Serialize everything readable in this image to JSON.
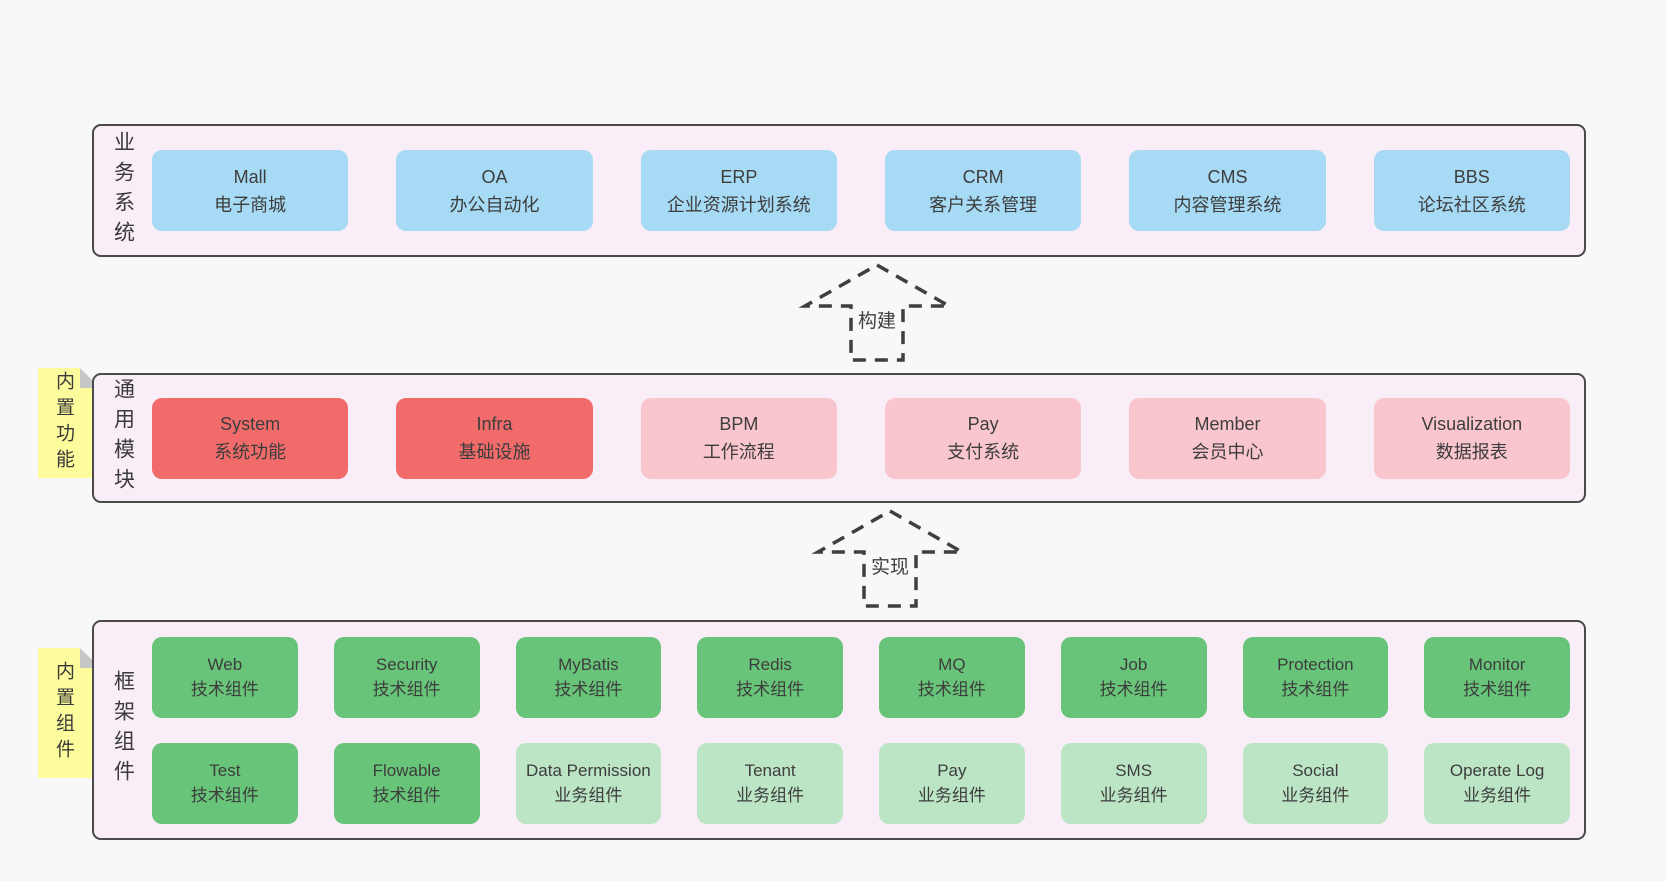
{
  "colors": {
    "background": "#f8f8f8",
    "section_fill": "#f9eef7",
    "section_border": "#4a4a4a",
    "blue": "#a7daf4",
    "red": "#f16b6b",
    "pink": "#fac6ce",
    "green_dark": "#67c478",
    "green_light": "#bce5c6",
    "sticky": "#fcfc9d",
    "text": "#3d3d3d"
  },
  "sections": [
    {
      "label": "业务系统",
      "rows": [
        [
          {
            "name": "Mall",
            "desc": "电子商城",
            "variant": "blue"
          },
          {
            "name": "OA",
            "desc": "办公自动化",
            "variant": "blue"
          },
          {
            "name": "ERP",
            "desc": "企业资源计划系统",
            "variant": "blue"
          },
          {
            "name": "CRM",
            "desc": "客户关系管理",
            "variant": "blue"
          },
          {
            "name": "CMS",
            "desc": "内容管理系统",
            "variant": "blue"
          },
          {
            "name": "BBS",
            "desc": "论坛社区系统",
            "variant": "blue"
          }
        ]
      ]
    },
    {
      "label": "通用模块",
      "sticky": "内置功能",
      "rows": [
        [
          {
            "name": "System",
            "desc": "系统功能",
            "variant": "red"
          },
          {
            "name": "Infra",
            "desc": "基础设施",
            "variant": "red"
          },
          {
            "name": "BPM",
            "desc": "工作流程",
            "variant": "pink"
          },
          {
            "name": "Pay",
            "desc": "支付系统",
            "variant": "pink"
          },
          {
            "name": "Member",
            "desc": "会员中心",
            "variant": "pink"
          },
          {
            "name": "Visualization",
            "desc": "数据报表",
            "variant": "pink"
          }
        ]
      ]
    },
    {
      "label": "框架组件",
      "sticky": "内置组件",
      "rows": [
        [
          {
            "name": "Web",
            "desc": "技术组件",
            "variant": "green-dark"
          },
          {
            "name": "Security",
            "desc": "技术组件",
            "variant": "green-dark"
          },
          {
            "name": "MyBatis",
            "desc": "技术组件",
            "variant": "green-dark"
          },
          {
            "name": "Redis",
            "desc": "技术组件",
            "variant": "green-dark"
          },
          {
            "name": "MQ",
            "desc": "技术组件",
            "variant": "green-dark"
          },
          {
            "name": "Job",
            "desc": "技术组件",
            "variant": "green-dark"
          },
          {
            "name": "Protection",
            "desc": "技术组件",
            "variant": "green-dark"
          },
          {
            "name": "Monitor",
            "desc": "技术组件",
            "variant": "green-dark"
          }
        ],
        [
          {
            "name": "Test",
            "desc": "技术组件",
            "variant": "green-dark"
          },
          {
            "name": "Flowable",
            "desc": "技术组件",
            "variant": "green-dark"
          },
          {
            "name": "Data Permission",
            "desc": "业务组件",
            "variant": "green-light"
          },
          {
            "name": "Tenant",
            "desc": "业务组件",
            "variant": "green-light"
          },
          {
            "name": "Pay",
            "desc": "业务组件",
            "variant": "green-light"
          },
          {
            "name": "SMS",
            "desc": "业务组件",
            "variant": "green-light"
          },
          {
            "name": "Social",
            "desc": "业务组件",
            "variant": "green-light"
          },
          {
            "name": "Operate Log",
            "desc": "业务组件",
            "variant": "green-light"
          }
        ]
      ]
    }
  ],
  "arrows": [
    {
      "label": "构建"
    },
    {
      "label": "实现"
    }
  ]
}
